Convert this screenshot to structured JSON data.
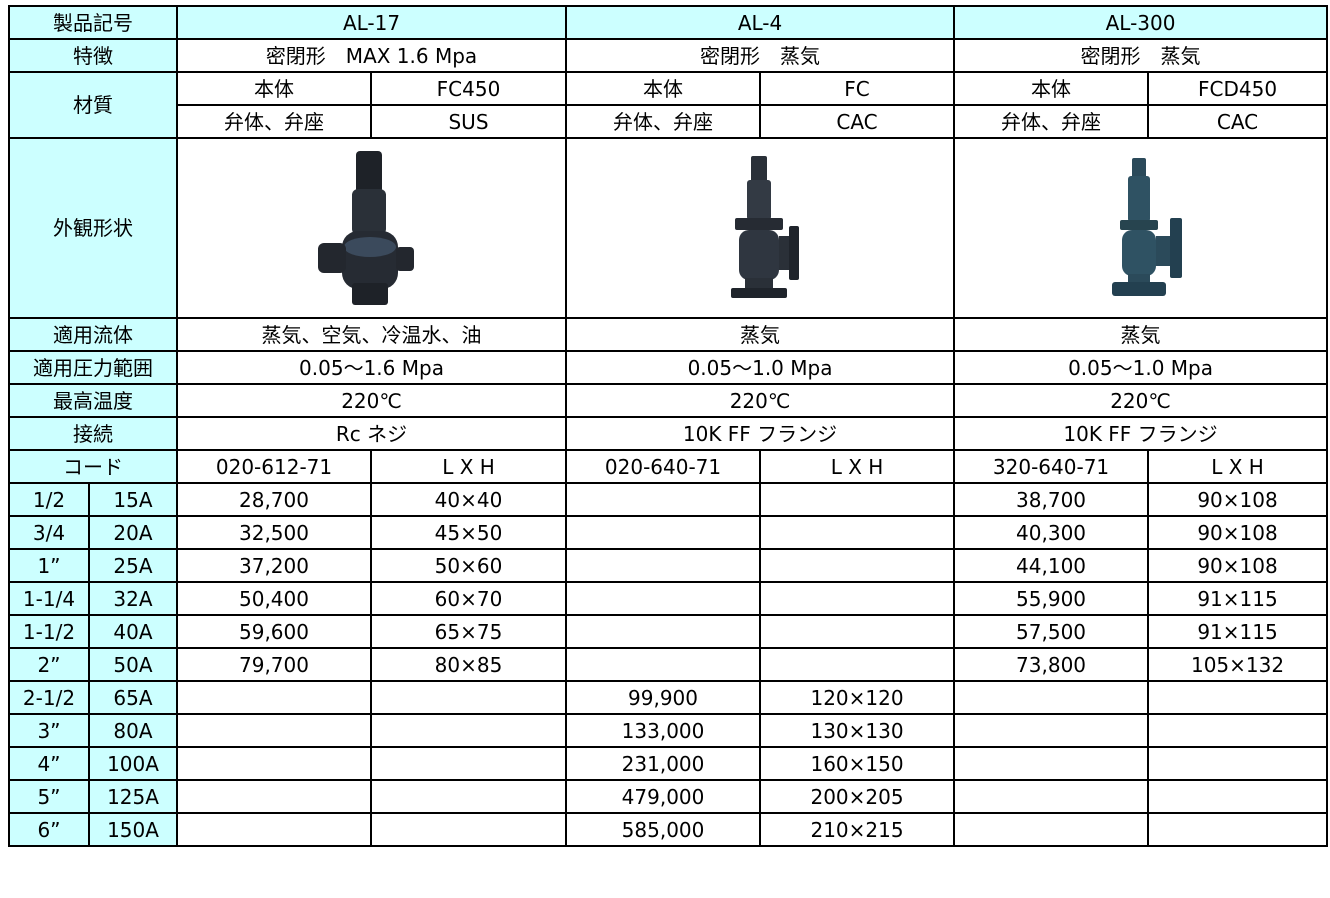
{
  "header_labels": {
    "model": "製品記号",
    "feature": "特徴",
    "material": "材質",
    "appearance": "外観形状",
    "fluid": "適用流体",
    "pressure": "適用圧力範囲",
    "temp": "最高温度",
    "connection": "接続",
    "code": "コード"
  },
  "products": [
    {
      "model": "AL-17",
      "feature": "密閉形　MAX 1.6 Mpa",
      "body_label": "本体",
      "body_value": "FC450",
      "disc_label": "弁体、弁座",
      "disc_value": "SUS",
      "image_icon": "threaded-safety-valve-image",
      "fluid": "蒸気、空気、冷温水、油",
      "pressure": "0.05～1.6 Mpa",
      "temp": "220℃",
      "connection": "Rc ネジ",
      "code": "020-612-71",
      "dim_header": "L X H"
    },
    {
      "model": "AL-4",
      "feature": "密閉形　蒸気",
      "body_label": "本体",
      "body_value": "FC",
      "disc_label": "弁体、弁座",
      "disc_value": "CAC",
      "image_icon": "flanged-safety-valve-image",
      "fluid": "蒸気",
      "pressure": "0.05～1.0 Mpa",
      "temp": "220℃",
      "connection": "10K FF フランジ",
      "code": "020-640-71",
      "dim_header": "L X H"
    },
    {
      "model": "AL-300",
      "feature": "密閉形　蒸気",
      "body_label": "本体",
      "body_value": "FCD450",
      "disc_label": "弁体、弁座",
      "disc_value": "CAC",
      "image_icon": "flanged-safety-valve-image",
      "fluid": "蒸気",
      "pressure": "0.05～1.0 Mpa",
      "temp": "220℃",
      "connection": "10K FF フランジ",
      "code": "320-640-71",
      "dim_header": "L X H"
    }
  ],
  "size_rows": [
    {
      "inch": "1/2",
      "mm": "15A",
      "p1": "28,700",
      "d1": "40×40",
      "p2": "",
      "d2": "",
      "p3": "38,700",
      "d3": "90×108"
    },
    {
      "inch": "3/4",
      "mm": "20A",
      "p1": "32,500",
      "d1": "45×50",
      "p2": "",
      "d2": "",
      "p3": "40,300",
      "d3": "90×108"
    },
    {
      "inch": "1”",
      "mm": "25A",
      "p1": "37,200",
      "d1": "50×60",
      "p2": "",
      "d2": "",
      "p3": "44,100",
      "d3": "90×108"
    },
    {
      "inch": "1-1/4",
      "mm": "32A",
      "p1": "50,400",
      "d1": "60×70",
      "p2": "",
      "d2": "",
      "p3": "55,900",
      "d3": "91×115"
    },
    {
      "inch": "1-1/2",
      "mm": "40A",
      "p1": "59,600",
      "d1": "65×75",
      "p2": "",
      "d2": "",
      "p3": "57,500",
      "d3": "91×115"
    },
    {
      "inch": "2”",
      "mm": "50A",
      "p1": "79,700",
      "d1": "80×85",
      "p2": "",
      "d2": "",
      "p3": "73,800",
      "d3": "105×132"
    },
    {
      "inch": "2-1/2",
      "mm": "65A",
      "p1": "",
      "d1": "",
      "p2": "99,900",
      "d2": "120×120",
      "p3": "",
      "d3": ""
    },
    {
      "inch": "3”",
      "mm": "80A",
      "p1": "",
      "d1": "",
      "p2": "133,000",
      "d2": "130×130",
      "p3": "",
      "d3": ""
    },
    {
      "inch": "4”",
      "mm": "100A",
      "p1": "",
      "d1": "",
      "p2": "231,000",
      "d2": "160×150",
      "p3": "",
      "d3": ""
    },
    {
      "inch": "5”",
      "mm": "125A",
      "p1": "",
      "d1": "",
      "p2": "479,000",
      "d2": "200×205",
      "p3": "",
      "d3": ""
    },
    {
      "inch": "6”",
      "mm": "150A",
      "p1": "",
      "d1": "",
      "p2": "585,000",
      "d2": "210×215",
      "p3": "",
      "d3": ""
    }
  ],
  "colors": {
    "header_bg": "#ccffff",
    "border": "#000000",
    "valve_body": "#2a3038",
    "valve_body_blue": "#2b4a5a"
  }
}
